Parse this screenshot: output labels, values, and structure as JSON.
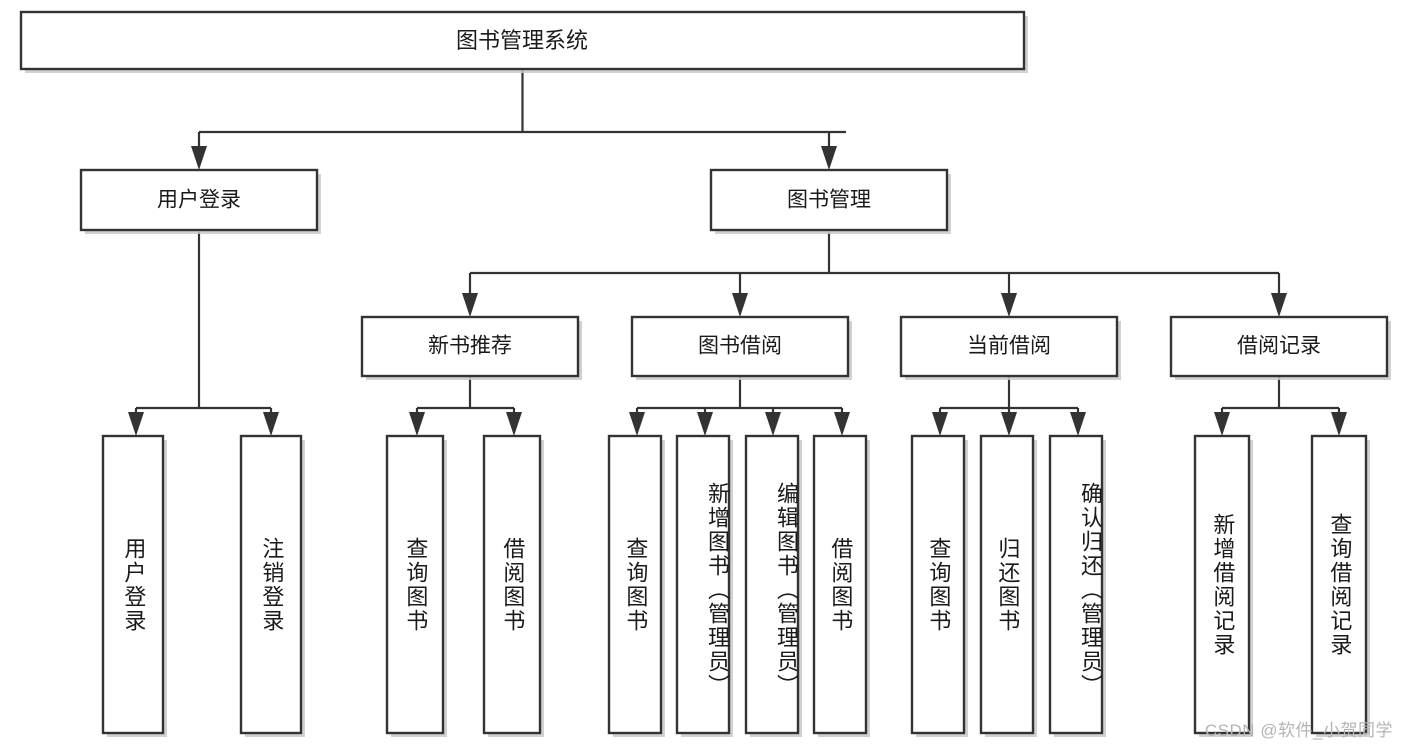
{
  "diagram": {
    "type": "tree-hierarchy-chart",
    "title": "图书管理系统",
    "orientation": "top-down",
    "watermark": "CSDN @软件_小贺同学",
    "levels": {
      "level1": {
        "id": "root",
        "label": "图书管理系统"
      },
      "level2": [
        {
          "id": "user-login",
          "label": "用户登录"
        },
        {
          "id": "book-management",
          "label": "图书管理"
        }
      ],
      "level3": [
        {
          "id": "new-book-recommend",
          "label": "新书推荐",
          "parent": "book-management"
        },
        {
          "id": "book-borrow",
          "label": "图书借阅",
          "parent": "book-management"
        },
        {
          "id": "current-borrow",
          "label": "当前借阅",
          "parent": "book-management"
        },
        {
          "id": "borrow-record",
          "label": "借阅记录",
          "parent": "book-management"
        }
      ],
      "level4": [
        {
          "id": "leaf-user-login",
          "label": "用户登录",
          "parent": "user-login"
        },
        {
          "id": "leaf-logout",
          "label": "注销登录",
          "parent": "user-login"
        },
        {
          "id": "leaf-query-book-1",
          "label": "查询图书",
          "parent": "new-book-recommend"
        },
        {
          "id": "leaf-borrow-book-1",
          "label": "借阅图书",
          "parent": "new-book-recommend"
        },
        {
          "id": "leaf-query-book-2",
          "label": "查询图书",
          "parent": "book-borrow"
        },
        {
          "id": "leaf-add-book",
          "label": "新增图书（管理员）",
          "parent": "book-borrow"
        },
        {
          "id": "leaf-edit-book",
          "label": "编辑图书（管理员）",
          "parent": "book-borrow"
        },
        {
          "id": "leaf-borrow-book-2",
          "label": "借阅图书",
          "parent": "book-borrow"
        },
        {
          "id": "leaf-query-book-3",
          "label": "查询图书",
          "parent": "current-borrow"
        },
        {
          "id": "leaf-return-book",
          "label": "归还图书",
          "parent": "current-borrow"
        },
        {
          "id": "leaf-confirm-return",
          "label": "确认归还（管理员）",
          "parent": "current-borrow"
        },
        {
          "id": "leaf-add-record",
          "label": "新增借阅记录",
          "parent": "borrow-record"
        },
        {
          "id": "leaf-query-record",
          "label": "查询借阅记录",
          "parent": "borrow-record"
        }
      ]
    },
    "colors": {
      "box_fill": "#ffffff",
      "box_stroke": "#333333",
      "connector": "#333333",
      "text": "#1a1a1a",
      "watermark": "#b4b4b4",
      "background": "#ffffff"
    }
  }
}
